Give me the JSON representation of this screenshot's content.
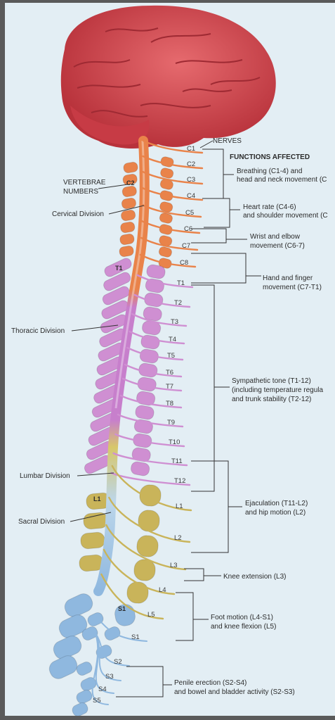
{
  "header": {
    "nerves": "NERVES",
    "functions_affected": "FUNCTIONS AFFECTED"
  },
  "left_labels": {
    "vertebrae_line1": "VERTEBRAE",
    "vertebrae_line2": "NUMBERS",
    "cervical": "Cervical Division",
    "thoracic": "Thoracic Division",
    "lumbar": "Lumbar Division",
    "sacral": "Sacral Division"
  },
  "vertebra_labels": {
    "c2": "C2",
    "t1": "T1",
    "l1": "L1",
    "s1": "S1"
  },
  "nerves": [
    "C1",
    "C2",
    "C3",
    "C4",
    "C5",
    "C6",
    "C7",
    "C8",
    "T1",
    "T2",
    "T3",
    "T4",
    "T5",
    "T6",
    "T7",
    "T8",
    "T9",
    "T10",
    "T11",
    "T12",
    "L1",
    "L2",
    "L3",
    "L4",
    "L5",
    "S1",
    "S2",
    "S3",
    "S4",
    "S5"
  ],
  "functions": {
    "breathing": [
      "Breathing (C1-4) and",
      "head and neck movement (C"
    ],
    "heart": [
      "Heart rate (C4-6)",
      "and shoulder movement (C"
    ],
    "wrist": [
      "Wrist and elbow",
      "movement (C6-7)"
    ],
    "hand": [
      "Hand and finger",
      "movement (C7-T1)"
    ],
    "sympathetic": [
      "Sympathetic tone (T1-12)",
      "(including temperature regula",
      "and trunk stability (T2-12)"
    ],
    "ejaculation": [
      "Ejaculation (T11-L2)",
      "and hip motion (L2)"
    ],
    "knee": [
      "Knee extension (L3)"
    ],
    "foot": [
      "Foot motion (L4-S1)",
      "and knee flexion (L5)"
    ],
    "penile": [
      "Penile erection (S2-S4)",
      "and bowel and bladder activity (S2-S3)"
    ]
  },
  "colors": {
    "brain": "#d9434a",
    "cervical": "#e9834a",
    "thoracic": "#cf8fd2",
    "lumbar": "#c9b45a",
    "sacral": "#8fb8df",
    "background": "#e3eef4"
  }
}
